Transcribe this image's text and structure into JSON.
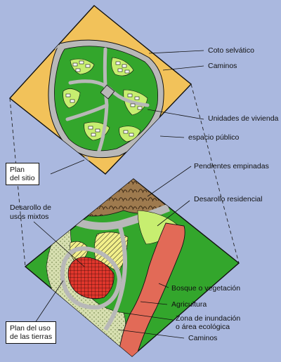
{
  "top_labels": {
    "coto": "Coto selvático",
    "caminos": "Caminos",
    "unidades": "Unidades de vivienda",
    "espacio": "espacio público"
  },
  "plan_sitio": {
    "line1": "Plan",
    "line2": "del sitio"
  },
  "bottom_labels": {
    "pendientes": "Pendientes empinadas",
    "residencial": "Desarollo residencial",
    "mixtos_1": "Desarollo de",
    "mixtos_2": "usos mixtos",
    "bosque": "Bosque o vegetación",
    "agricultura": "Agricultura",
    "zona_1": "Zona de inundación",
    "zona_2": "o área ecológica",
    "caminos": "Caminos"
  },
  "plan_uso": {
    "line1": "Plan del uso",
    "line2": "de las tierras"
  },
  "colors": {
    "background": "#aab8df",
    "sand": "#f2c25a",
    "forest": "#33a62c",
    "light_green": "#c7ee70",
    "road": "#b8b8b8",
    "slope": "#9e7a4e",
    "river": "#e26a57",
    "mixed_use": "#e0362c",
    "agriculture": "#f2ef8a",
    "wetland": "#d7dfb0"
  }
}
